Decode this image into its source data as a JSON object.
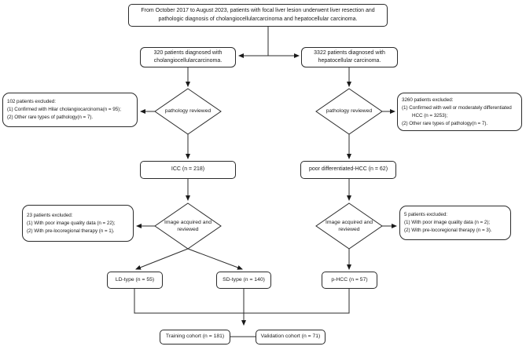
{
  "figure": {
    "title": "Patient inclusion and exclusion flowchart",
    "background_color": "#ffffff",
    "stroke_color": "#2b2b2b",
    "text_color": "#1a1a1a",
    "nodes": {
      "source": {
        "lines": [
          "From October 2017 to August 2023, patients with focal liver lesion underwent liver resection and",
          "pathologic diagnosis of cholangiocellularcarcinoma and hepatocellular carcinoma."
        ]
      },
      "ccc": {
        "lines": [
          "320 patients diagnosed with",
          "cholangiocellularcarcinoma."
        ]
      },
      "hcc": {
        "lines": [
          "3322 patients diagnosed with",
          "hepatocellular carcinoma."
        ]
      },
      "excl_ccc": {
        "lines": [
          "102 patients excluded:",
          "(1) Confirmed with Hilar cholangiocarcinoma(n = 95);",
          "(2) Other rare types of pathology(n = 7)."
        ]
      },
      "excl_hcc": {
        "lines": [
          "3260 patients excluded:",
          "(1) Confirmed with well or moderately differentiated",
          "HCC (n = 3253);",
          "(2) Other rare types of pathology(n = 7)."
        ]
      },
      "pathology_reviewed_left": {
        "label": "pathology reviewed"
      },
      "pathology_reviewed_right": {
        "label": "pathology reviewed"
      },
      "icc": {
        "label": "ICC (n = 218)"
      },
      "poor_hcc": {
        "label": "poor differentiated-HCC (n = 62)"
      },
      "excl_icc": {
        "lines": [
          "23 patients excluded:",
          "(1) With poor image quality data (n = 22);",
          "(2) With pre-locoregional therapy (n = 1)."
        ]
      },
      "excl_phcc": {
        "lines": [
          "5 patients excluded:",
          "(1) With poor image quality data (n = 2);",
          "(2) With pre-locoregional therapy (n = 3)."
        ]
      },
      "image_reviewed_left": {
        "lines": [
          "Image acquired and",
          "reviewed"
        ]
      },
      "image_reviewed_right": {
        "lines": [
          "Image acquired and",
          "reviewed"
        ]
      },
      "ld": {
        "label": "LD-type (n = 55)"
      },
      "sd": {
        "label": "SD-type (n = 140)"
      },
      "p_hcc": {
        "label": "p-HCC (n = 57)"
      },
      "training": {
        "label": "Training cohort (n = 181)"
      },
      "validation": {
        "label": "Validation cohort (n = 71)"
      }
    }
  }
}
